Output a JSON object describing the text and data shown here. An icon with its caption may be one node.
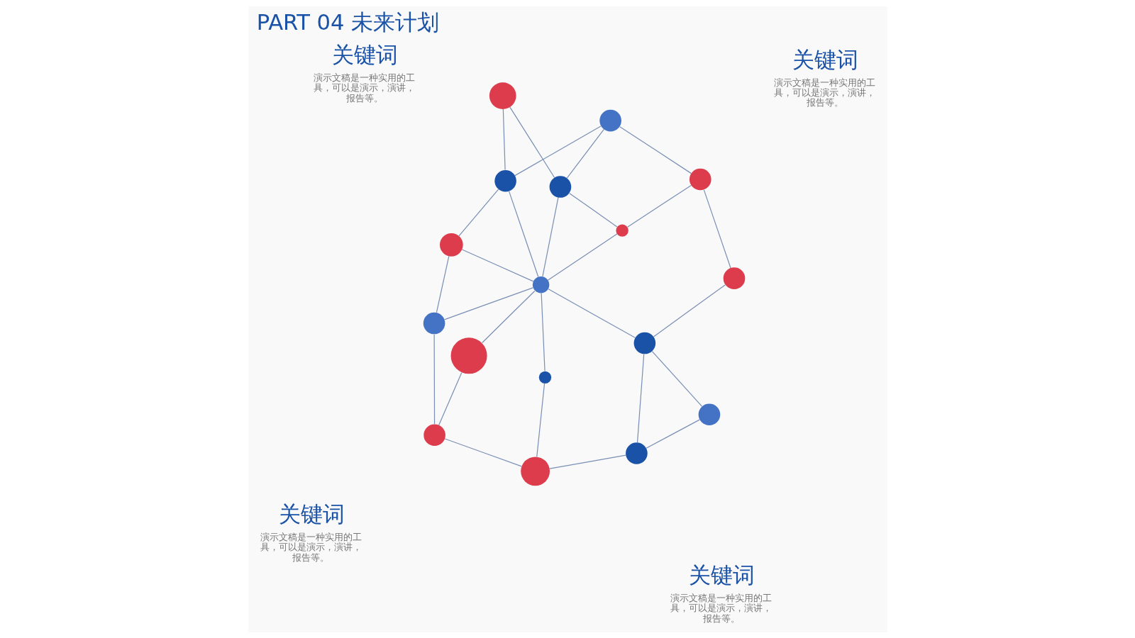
{
  "diagram": {
    "title": "PART 04 未来计划",
    "nodes": [
      {
        "text": [],
        "shape": "circle",
        "beside": [
          "关键词",
          "演示文稿是一种实用的工具，可以是演示，演讲，报告等。"
        ]
      },
      {
        "text": [],
        "shape": "circle"
      },
      {
        "text": [],
        "shape": "circle"
      },
      {
        "text": [],
        "shape": "circle",
        "beside": [
          "关键词",
          "演示文稿是一种实用的工具，可以是演示，演讲，报告等。"
        ]
      },
      {
        "text": [],
        "shape": "circle"
      },
      {
        "text": [],
        "shape": "circle"
      },
      {
        "text": [],
        "shape": "circle"
      },
      {
        "text": [],
        "shape": "circle"
      },
      {
        "text": [],
        "shape": "circle"
      },
      {
        "text": [],
        "shape": "circle"
      },
      {
        "text": [],
        "shape": "circle"
      },
      {
        "text": [],
        "shape": "circle"
      },
      {
        "text": [],
        "shape": "circle"
      },
      {
        "text": [],
        "shape": "circle"
      },
      {
        "text": [],
        "shape": "circle"
      },
      {
        "text": [],
        "shape": "circle",
        "beside": [
          "关键词",
          "演示文稿是一种实用的工具，可以是演示，演讲，报告等。"
        ]
      },
      {
        "text": [],
        "shape": "circle",
        "beside": [
          "关键词",
          "演示文稿是一种实用的工具，可以是演示，演讲，报告等。"
        ]
      }
    ],
    "edges": [
      {
        "from": 0,
        "to": 1,
        "arrow": "none"
      },
      {
        "from": 0,
        "to": 4,
        "arrow": "none"
      },
      {
        "from": 0,
        "to": 7,
        "arrow": "none"
      },
      {
        "from": 1,
        "to": 2,
        "arrow": "none"
      },
      {
        "from": 1,
        "to": 8,
        "arrow": "none"
      },
      {
        "from": 2,
        "to": 3,
        "arrow": "none"
      },
      {
        "from": 2,
        "to": 8,
        "arrow": "none"
      },
      {
        "from": 3,
        "to": 5,
        "arrow": "none"
      },
      {
        "from": 3,
        "to": 8,
        "arrow": "none"
      },
      {
        "from": 3,
        "to": 10,
        "arrow": "none"
      },
      {
        "from": 4,
        "to": 8,
        "arrow": "none"
      },
      {
        "from": 5,
        "to": 9,
        "arrow": "none"
      },
      {
        "from": 6,
        "to": 8,
        "arrow": "none"
      },
      {
        "from": 7,
        "to": 6,
        "arrow": "none"
      },
      {
        "from": 8,
        "to": 9,
        "arrow": "none"
      },
      {
        "from": 8,
        "to": 11,
        "arrow": "none"
      },
      {
        "from": 8,
        "to": 12,
        "arrow": "none"
      },
      {
        "from": 9,
        "to": 10,
        "arrow": "none"
      },
      {
        "from": 9,
        "to": 12,
        "arrow": "none"
      },
      {
        "from": 10,
        "to": 16,
        "arrow": "none"
      },
      {
        "from": 11,
        "to": 14,
        "arrow": "none"
      },
      {
        "from": 11,
        "to": 13,
        "arrow": "none"
      },
      {
        "from": 11,
        "to": 15,
        "arrow": "none"
      },
      {
        "from": 7,
        "to": 15,
        "arrow": "none"
      },
      {
        "from": 14,
        "to": 15,
        "arrow": "none"
      },
      {
        "from": 13,
        "to": 16,
        "arrow": "none"
      },
      {
        "from": 12,
        "to": 16,
        "arrow": "none"
      }
    ]
  }
}
